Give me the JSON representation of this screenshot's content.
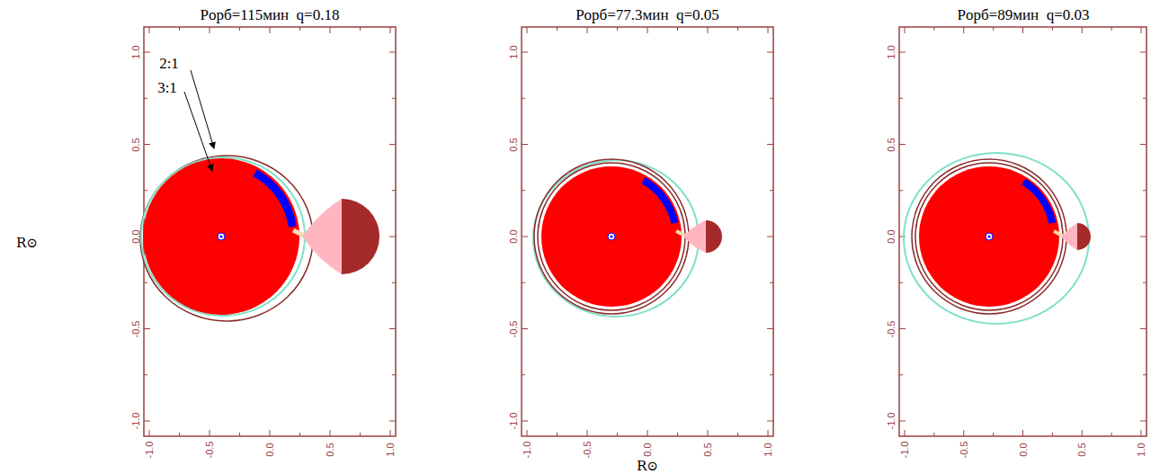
{
  "diagram": {
    "labels": [
      "Pорб=115мин  q=0.18",
      "Pорб=77.3мин  q=0.05",
      "Pорб=89мин  q=0.03",
      "2:1",
      "3:1",
      "1.0",
      "0.5",
      "0.0",
      "-0.5",
      "-1.0",
      "-1.0",
      "-0.5",
      "0.0",
      "0.5",
      "1.0",
      "1.0",
      "0.5",
      "0.0",
      "-0.5",
      "-1.0",
      "-1.0",
      "-0.5",
      "0.0",
      "0.5",
      "1.0",
      "1.0",
      "0.5",
      "0.0",
      "-0.5",
      "-1.0",
      "-1.0",
      "-0.5",
      "0.0",
      "0.5",
      "1.0",
      "R⊙",
      "R⊙"
    ]
  }
}
